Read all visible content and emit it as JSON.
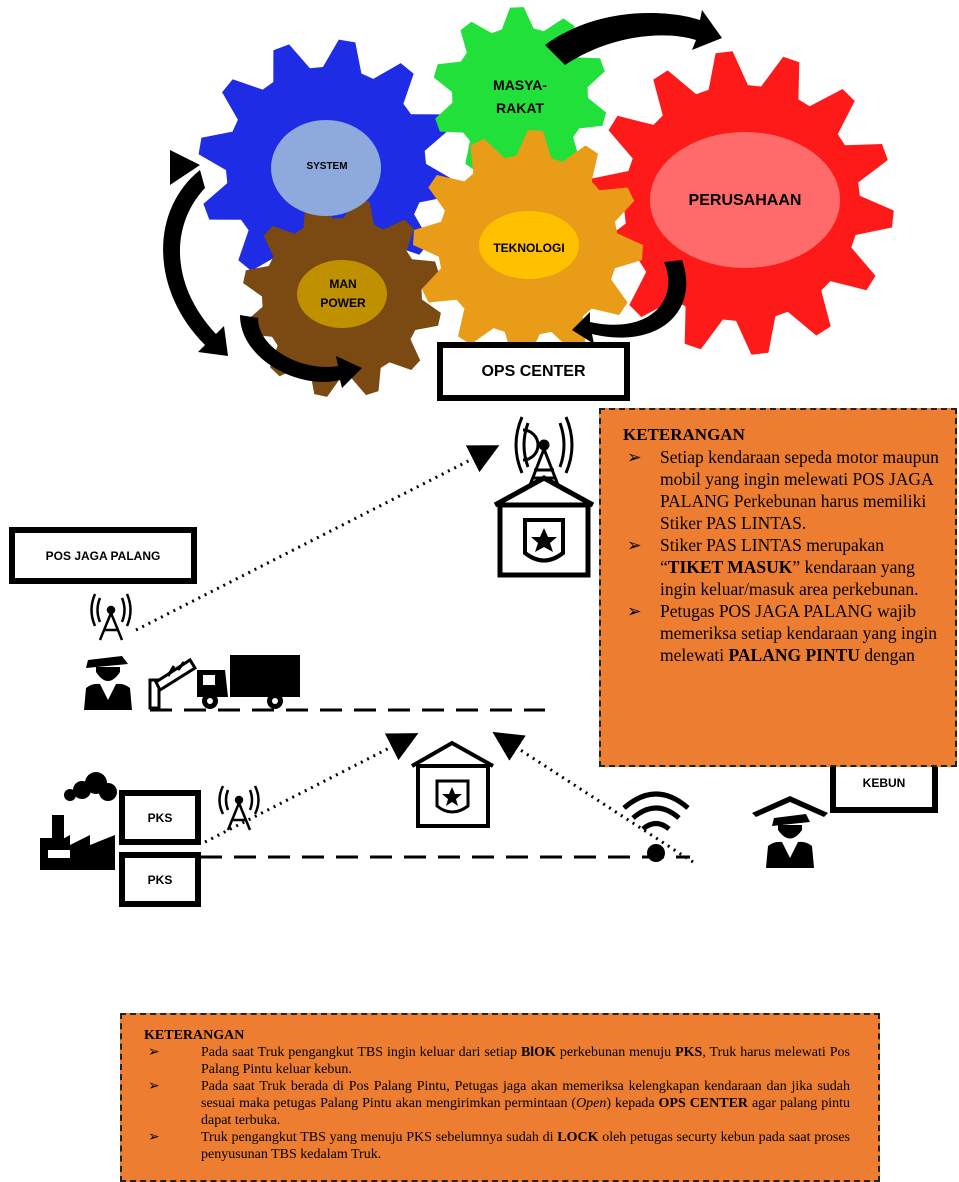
{
  "gears": {
    "system": "SYSTEM",
    "masyarakat": "MASYA-\nRAKAT",
    "perusahaan": "PERUSAHAAN",
    "teknologi": "TEKNOLOGI",
    "manpower": "MAN\nPOWER"
  },
  "labels": {
    "ops_center": "OPS CENTER",
    "pos_jaga": "POS JAGA PALANG",
    "pks_top": "PKS",
    "pks_bottom": "PKS",
    "kebun": "KEBUN"
  },
  "colors": {
    "system_gear": "#1E2CE6",
    "system_center": "#8EA9DB",
    "masyarakat_gear": "#22E03A",
    "perusahaan_gear": "#FF1A1A",
    "perusahaan_center": "#FF6B6B",
    "teknologi_gear": "#E89C18",
    "teknologi_center": "#FFC000",
    "manpower_gear": "#7A4A12",
    "manpower_center": "#BF9000",
    "note_bg": "#ED7D31"
  },
  "note_top": {
    "title": "KETERANGAN",
    "items": [
      "Setiap kendaraan sepeda motor maupun mobil yang ingin melewati POS JAGA PALANG Perkebunan harus memiliki Stiker PAS LINTAS.",
      "Stiker PAS LINTAS merupakan “TIKET MASUK” kendaraan yang ingin keluar/masuk area perkebunan.",
      "Petugas POS JAGA PALANG wajib memeriksa setiap kendaraan yang ingin melewati PALANG PINTU dengan"
    ]
  },
  "note_bottom": {
    "title": "KETERANGAN",
    "items": [
      "Pada saat Truk pengangkut TBS ingin keluar dari setiap BlOK perkebunan menuju PKS, Truk harus melewati Pos Palang Pintu keluar kebun.",
      "Pada saat Truk berada di Pos Palang Pintu, Petugas jaga akan memeriksa kelengkapan kendaraan dan jika sudah sesuai maka petugas Palang Pintu akan mengirimkan permintaan (Open) kepada OPS CENTER agar palang pintu dapat terbuka.",
      "Truk pengangkut TBS yang menuju PKS sebelumnya sudah di LOCK  oleh petugas securty kebun pada saat proses penyusunan TBS kedalam Truk."
    ]
  }
}
